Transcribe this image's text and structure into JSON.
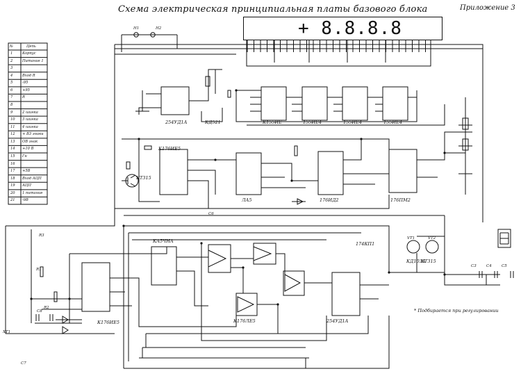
{
  "title": "Схема электрическая принципиальная платы базового блока",
  "appendix": "Приложение 3",
  "display": {
    "text": "+ 8.8.8.8"
  },
  "footnote": "* Подбирается при регулировании",
  "connector_table": {
    "header_no": "№",
    "header_circuit": "Цепь",
    "rows": [
      {
        "no": "1",
        "circuit": "Корпус"
      },
      {
        "no": "2",
        "circuit": "Питание 1"
      },
      {
        "no": "3",
        "circuit": ""
      },
      {
        "no": "4",
        "circuit": "Вход R"
      },
      {
        "no": "5",
        "circuit": "-95"
      },
      {
        "no": "6",
        "circuit": "+95"
      },
      {
        "no": "7",
        "circuit": "R"
      },
      {
        "no": "8",
        "circuit": ""
      },
      {
        "no": "9",
        "circuit": "2 шинка"
      },
      {
        "no": "10",
        "circuit": "3 шинка"
      },
      {
        "no": "11",
        "circuit": "4 шинка"
      },
      {
        "no": "12",
        "circuit": "+ В3 знаки"
      },
      {
        "no": "13",
        "circuit": "ОВ знак"
      },
      {
        "no": "14",
        "circuit": "+10 В"
      },
      {
        "no": "15",
        "circuit": "Гн"
      },
      {
        "no": "16",
        "circuit": ""
      },
      {
        "no": "17",
        "circuit": "+5В"
      },
      {
        "no": "18",
        "circuit": "Вход АЦП"
      },
      {
        "no": "19",
        "circuit": "АЦП"
      },
      {
        "no": "20",
        "circuit": "1 питание"
      },
      {
        "no": "21",
        "circuit": "-9В"
      }
    ]
  },
  "components": [
    {
      "id": "ic-k1533ie5-a",
      "label": "К155ИЕ"
    },
    {
      "id": "ic-k1533ie5-b",
      "label": "155ИЕ4"
    },
    {
      "id": "ic-k1533ie5-c",
      "label": "155ИЕ4"
    },
    {
      "id": "ic-k1533ie5-d",
      "label": "155ИЕ4"
    },
    {
      "id": "ic-k176ie5",
      "label": "К176ИЕ5"
    },
    {
      "id": "ic-la5",
      "label": "ЛА5"
    },
    {
      "id": "ic-176id2",
      "label": "176ИД2"
    },
    {
      "id": "ic-1pfm2",
      "label": "176ПМ2"
    },
    {
      "id": "ic-254ud1a-top",
      "label": "254УД1А"
    },
    {
      "id": "ic-kd521",
      "label": "КД521"
    },
    {
      "id": "tr-kt315",
      "label": "КТ315"
    },
    {
      "id": "ic-k176ie5-left",
      "label": "К176ИЕ5"
    },
    {
      "id": "ic-k176ie5-bot",
      "label": "К176ЛЕ5"
    },
    {
      "id": "ic-254ud1a-bot",
      "label": "254УД1А"
    },
    {
      "id": "ic-274mi",
      "label": "174КП1"
    },
    {
      "id": "ic-kd103",
      "label": "КД103А"
    },
    {
      "id": "ic-kt315-bot",
      "label": "КТ315"
    },
    {
      "id": "ic-lu",
      "label": "КА5ЧНА"
    }
  ],
  "misc_labels": [
    "H1",
    "H2",
    "C7",
    "C8",
    "R1",
    "R2",
    "R3",
    "ХТ1",
    "VT1",
    "VT2",
    "С3",
    "С4",
    "С5",
    "С6"
  ]
}
